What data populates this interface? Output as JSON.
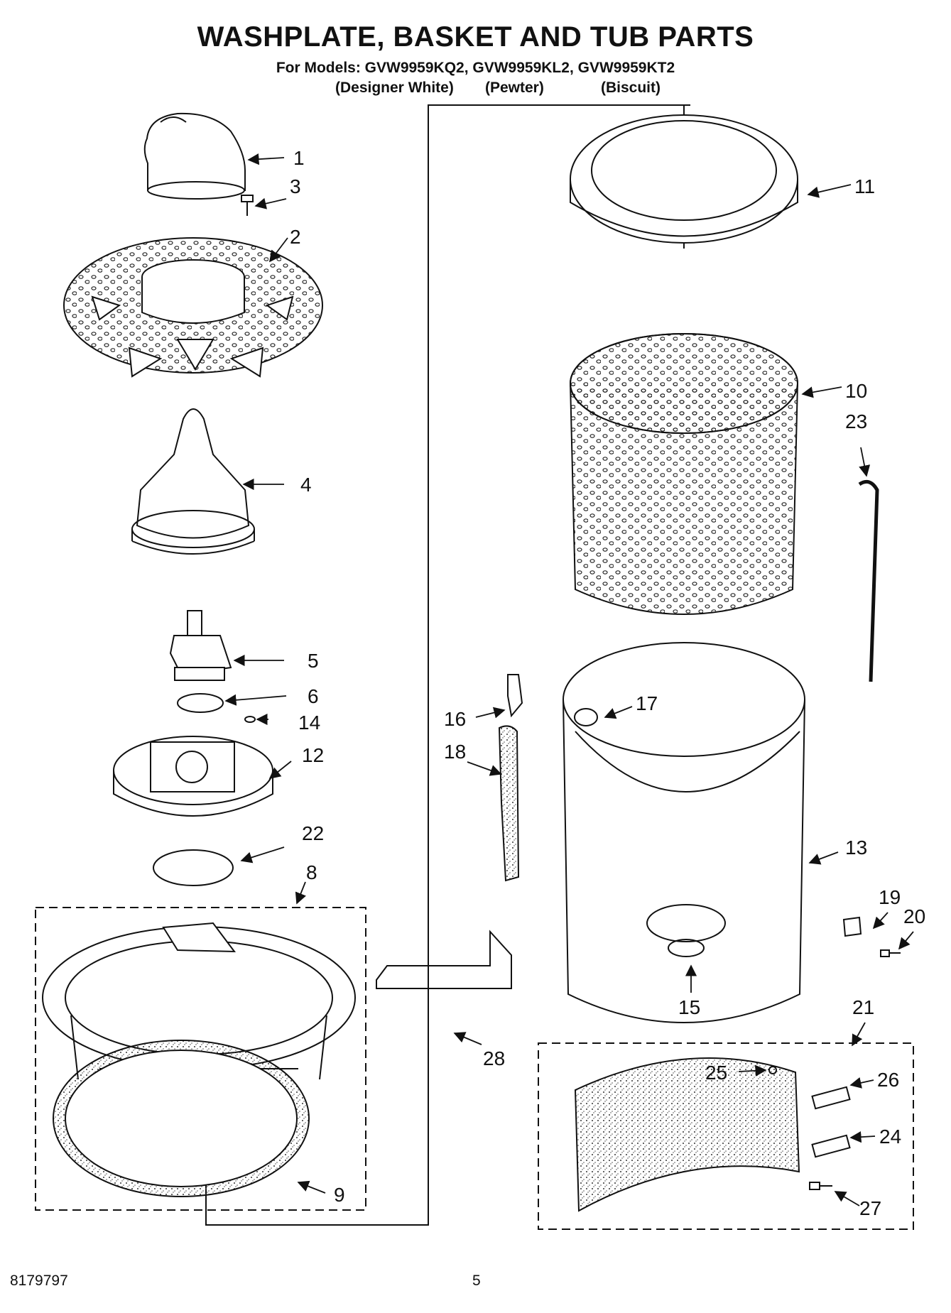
{
  "header": {
    "title": "WASHPLATE, BASKET AND TUB PARTS",
    "subtitle": "For Models: GVW9959KQ2, GVW9959KL2, GVW9959KT2",
    "variants": [
      "(Designer White)",
      "(Pewter)",
      "(Biscuit)"
    ]
  },
  "callouts": [
    "1",
    "2",
    "3",
    "4",
    "5",
    "6",
    "8",
    "9",
    "10",
    "11",
    "12",
    "13",
    "14",
    "15",
    "16",
    "17",
    "18",
    "19",
    "20",
    "21",
    "22",
    "23",
    "24",
    "25",
    "26",
    "27",
    "28"
  ],
  "footer": {
    "part_number": "8179797",
    "page_number": "5"
  }
}
